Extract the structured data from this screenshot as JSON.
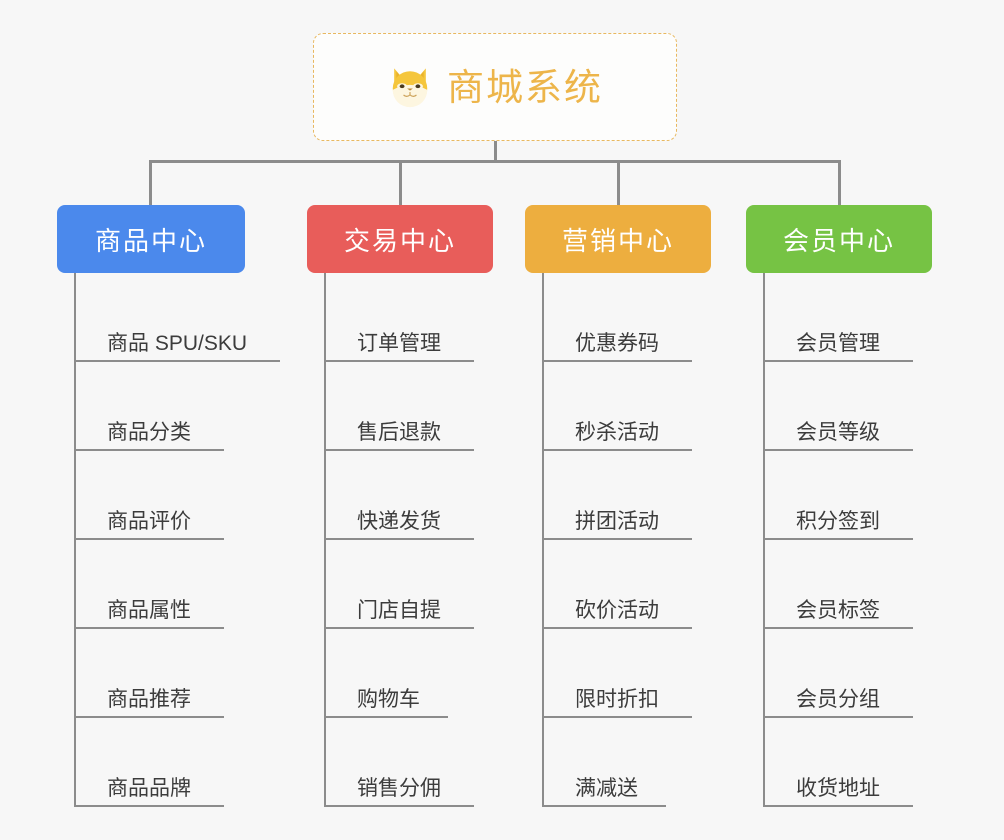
{
  "root": {
    "title": "商城系统",
    "icon": "shiba-dog-icon",
    "border_color": "#e8b860",
    "title_color": "#edb54a"
  },
  "canvas": {
    "background": "#f7f7f7",
    "connector_color": "#8c8c8c"
  },
  "branches": [
    {
      "label": "商品中心",
      "color": "#4b89ec",
      "items": [
        {
          "label": "商品 SPU/SKU",
          "width": "wide"
        },
        {
          "label": "商品分类",
          "width": "norm"
        },
        {
          "label": "商品评价",
          "width": "norm"
        },
        {
          "label": "商品属性",
          "width": "norm"
        },
        {
          "label": "商品推荐",
          "width": "norm"
        },
        {
          "label": "商品品牌",
          "width": "norm"
        }
      ]
    },
    {
      "label": "交易中心",
      "color": "#e85d5a",
      "items": [
        {
          "label": "订单管理",
          "width": "norm"
        },
        {
          "label": "售后退款",
          "width": "norm"
        },
        {
          "label": "快递发货",
          "width": "norm"
        },
        {
          "label": "门店自提",
          "width": "norm"
        },
        {
          "label": "购物车",
          "width": "short"
        },
        {
          "label": "销售分佣",
          "width": "norm"
        }
      ]
    },
    {
      "label": "营销中心",
      "color": "#edae3f",
      "items": [
        {
          "label": "优惠券码",
          "width": "norm"
        },
        {
          "label": "秒杀活动",
          "width": "norm"
        },
        {
          "label": "拼团活动",
          "width": "norm"
        },
        {
          "label": "砍价活动",
          "width": "norm"
        },
        {
          "label": "限时折扣",
          "width": "norm"
        },
        {
          "label": "满减送",
          "width": "short"
        }
      ]
    },
    {
      "label": "会员中心",
      "color": "#76c344",
      "items": [
        {
          "label": "会员管理",
          "width": "norm"
        },
        {
          "label": "会员等级",
          "width": "norm"
        },
        {
          "label": "积分签到",
          "width": "norm"
        },
        {
          "label": "会员标签",
          "width": "norm"
        },
        {
          "label": "会员分组",
          "width": "norm"
        },
        {
          "label": "收货地址",
          "width": "norm"
        }
      ]
    }
  ]
}
